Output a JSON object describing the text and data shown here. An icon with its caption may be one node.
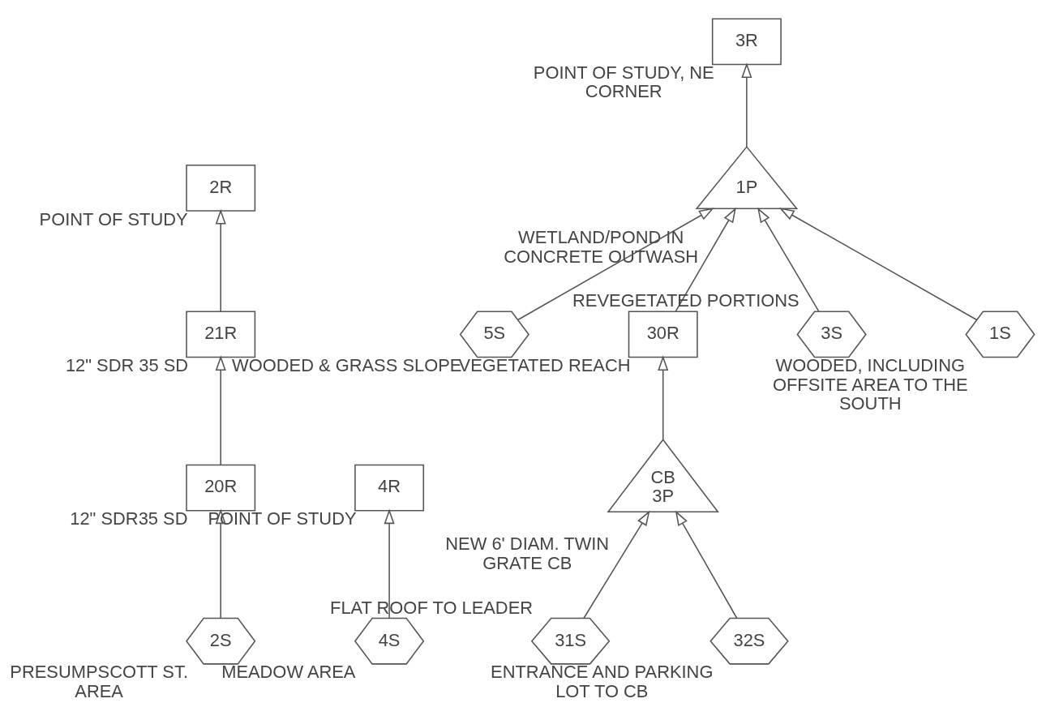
{
  "diagram": {
    "nodes": [
      {
        "text": [
          "2R"
        ],
        "beside": [
          "POINT OF STUDY"
        ]
      },
      {
        "text": [
          "4R"
        ],
        "beside": [
          "POINT OF STUDY"
        ]
      },
      {
        "text": [
          "5S"
        ],
        "beside": [
          "WOODED & GRASS SLOPE"
        ]
      },
      {
        "text": [
          "3R"
        ],
        "beside": [
          "POINT OF STUDY, NE CORNER"
        ]
      },
      {
        "text": [
          "CB",
          "3P"
        ],
        "beside": [
          "NEW 6' DIAM. TWIN GRATE CB"
        ]
      },
      {
        "text": [
          "21R"
        ],
        "beside": [
          "12\" SDR 35 SD"
        ]
      },
      {
        "text": [
          "4S"
        ],
        "beside": [
          "MEADOW AREA"
        ]
      },
      {
        "text": [
          "30R"
        ],
        "beside": [
          "VEGETATED REACH"
        ]
      },
      {
        "text": [
          "1P"
        ],
        "beside": [
          "WETLAND/POND IN CONCRETE OUTWASH"
        ]
      },
      {
        "text": [
          "31S"
        ],
        "beside": [
          "FLAT ROOF TO LEADER"
        ]
      },
      {
        "text": [
          "3S"
        ],
        "beside": [
          "REVEGETATED PORTIONS"
        ]
      },
      {
        "text": [
          "20R"
        ],
        "beside": [
          "12\" SDR35 SD"
        ]
      },
      {
        "text": [
          "32S"
        ],
        "beside": [
          "ENTRANCE AND PARKING LOT TO CB"
        ]
      },
      {
        "text": [
          "2S"
        ],
        "beside": [
          "PRESUMPSCOTT ST. AREA"
        ]
      },
      {
        "text": [
          "1S"
        ],
        "beside": [
          "WOODED, INCLUDING OFFSITE AREA TO THE SOUTH"
        ]
      }
    ],
    "edges": [
      {
        "from": 5,
        "to": 0,
        "arrow": "to"
      },
      {
        "from": 6,
        "to": 1,
        "arrow": "to"
      },
      {
        "from": 9,
        "to": 4,
        "arrow": "to"
      },
      {
        "from": 12,
        "to": 4,
        "arrow": "to"
      },
      {
        "from": 4,
        "to": 7,
        "arrow": "to"
      },
      {
        "from": 2,
        "to": 8,
        "arrow": "to"
      },
      {
        "from": 7,
        "to": 8,
        "arrow": "to"
      },
      {
        "from": 10,
        "to": 8,
        "arrow": "to"
      },
      {
        "from": 14,
        "to": 8,
        "arrow": "to"
      },
      {
        "from": 8,
        "to": 3,
        "arrow": "to"
      },
      {
        "from": 11,
        "to": 5,
        "arrow": "to"
      },
      {
        "from": 13,
        "to": 11,
        "arrow": "to"
      }
    ]
  }
}
